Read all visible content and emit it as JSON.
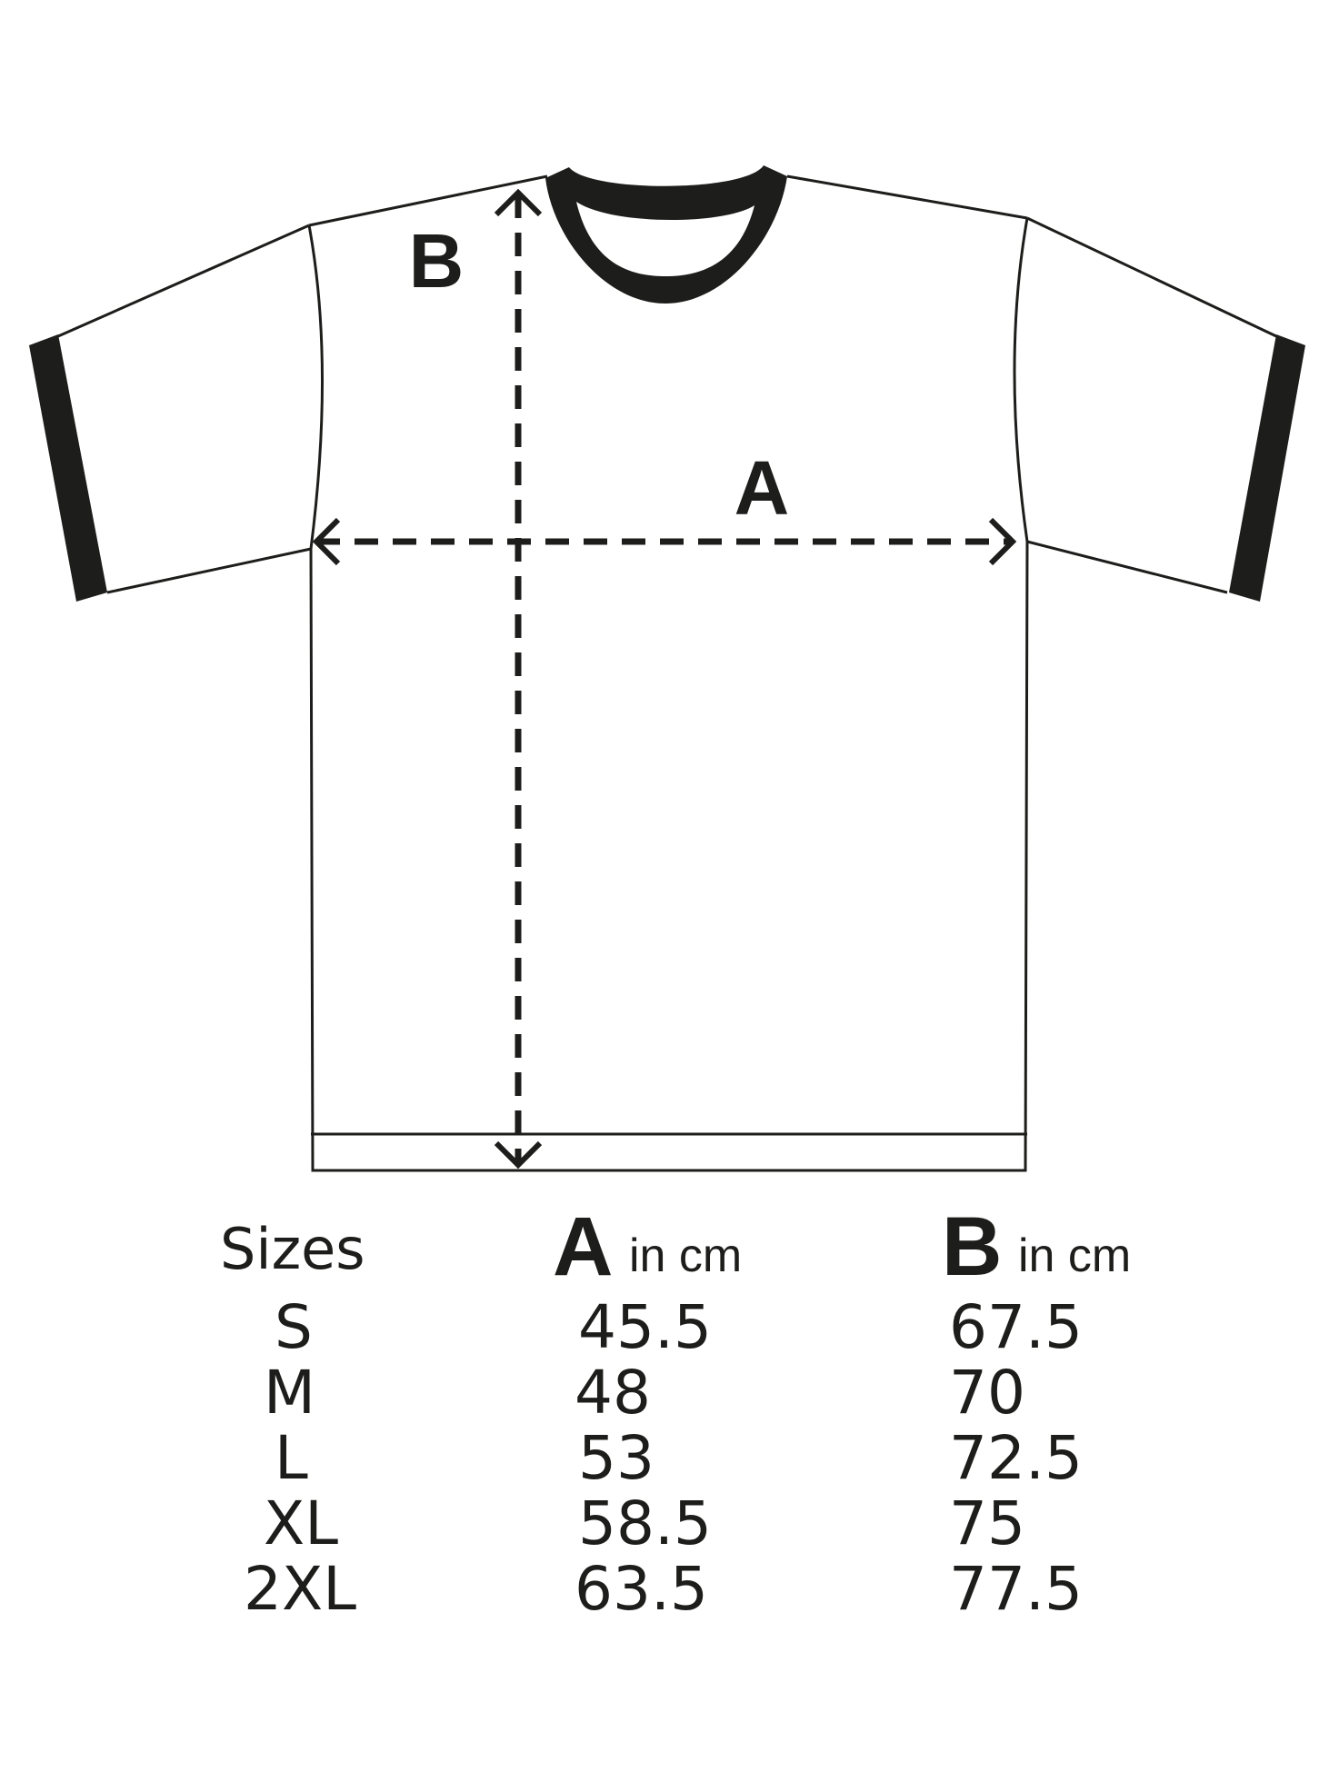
{
  "diagram": {
    "label_a": "A",
    "label_b": "B",
    "outline_color": "#1d1d1b",
    "trim_color": "#1d1d1b"
  },
  "size_table": {
    "header": {
      "sizes": "Sizes",
      "a_letter": "A",
      "a_unit": "in cm",
      "b_letter": "B",
      "b_unit": "in cm"
    },
    "rows": [
      {
        "size": "S",
        "a": "45.5",
        "b": "67.5"
      },
      {
        "size": "M",
        "a": "48",
        "b": "70"
      },
      {
        "size": "L",
        "a": "53",
        "b": "72.5"
      },
      {
        "size": "XL",
        "a": "58.5",
        "b": "75"
      },
      {
        "size": "2XL",
        "a": "63.5",
        "b": "77.5"
      }
    ]
  }
}
